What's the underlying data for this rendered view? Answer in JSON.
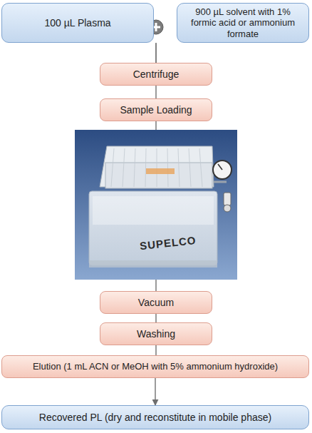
{
  "diagram": {
    "nodes": [
      {
        "text": [
          "100 µL Plasma"
        ]
      },
      {
        "text": [
          "900 µL solvent with 1% formic acid or ammonium formate"
        ]
      },
      {
        "text": [
          "Centrifuge"
        ]
      },
      {
        "text": [
          "Sample Loading"
        ]
      },
      {
        "text": [
          "Vacuum"
        ]
      },
      {
        "text": [
          "Washing"
        ]
      },
      {
        "text": [
          "Elution (1 mL ACN or MeOH with 5% ammonium hydroxide)"
        ]
      },
      {
        "text": [
          "Recovered PL (dry and reconstitute in mobile phase)"
        ]
      }
    ],
    "edges": [
      {
        "from": 0,
        "to": 2,
        "arrow": "none"
      },
      {
        "from": 1,
        "to": 2,
        "arrow": "none"
      },
      {
        "from": 2,
        "to": 3,
        "arrow": "none"
      },
      {
        "from": 4,
        "to": 5,
        "arrow": "none"
      },
      {
        "from": 5,
        "to": 6,
        "arrow": "none"
      },
      {
        "from": 6,
        "to": 7,
        "arrow": "to"
      }
    ],
    "labels": [
      "SUPELCO"
    ]
  }
}
